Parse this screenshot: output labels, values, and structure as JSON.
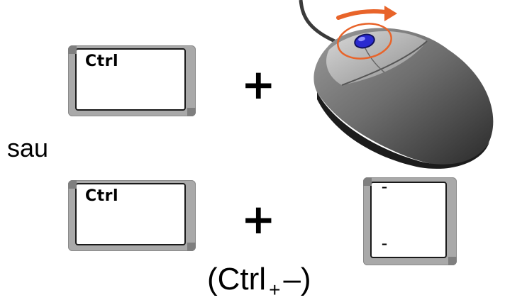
{
  "keys": {
    "top_key_label": "Ctrl",
    "bottom_key_label": "Ctrl",
    "minus_key_top": "–",
    "minus_key_bottom": "–"
  },
  "operators": {
    "plus_top": "+",
    "plus_bottom": "+"
  },
  "separator_text": "sau",
  "caption": {
    "open": "(Ctrl",
    "plus": "+",
    "close": "–)"
  },
  "colors": {
    "arrow": "#e8642a",
    "mouse_button": "#2a2ad0",
    "key_border": "#a9a9a9"
  }
}
